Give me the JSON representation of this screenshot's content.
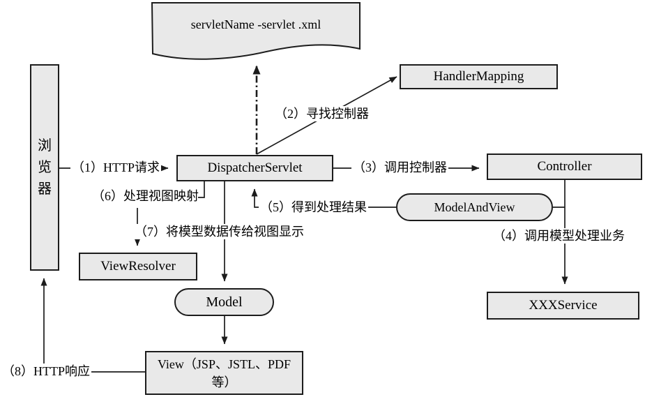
{
  "diagram": {
    "title_hint": "Spring MVC request flow diagram",
    "colors": {
      "background": "#ffffff",
      "node_fill": "#e9e9e9",
      "node_border": "#1c1c1c",
      "line": "#1c1c1c",
      "text": "#000000"
    },
    "nodes": {
      "config_file": {
        "label": "servletName -servlet .xml",
        "shape": "document"
      },
      "browser": {
        "label": "浏览器",
        "shape": "rect-vertical"
      },
      "dispatcher_servlet": {
        "label": "DispatcherServlet",
        "shape": "rect"
      },
      "handler_mapping": {
        "label": "HandlerMapping",
        "shape": "rect"
      },
      "controller": {
        "label": "Controller",
        "shape": "rect"
      },
      "model_and_view": {
        "label": "ModelAndView",
        "shape": "stadium"
      },
      "view_resolver": {
        "label": "ViewResolver",
        "shape": "rect"
      },
      "model": {
        "label": "Model",
        "shape": "stadium"
      },
      "view": {
        "label": "View（JSP、JSTL、PDF 等）",
        "shape": "rect"
      },
      "xxx_service": {
        "label": "XXXService",
        "shape": "rect"
      }
    },
    "edges": {
      "e1": {
        "label": "（1）HTTP请求",
        "from": "browser",
        "to": "dispatcher_servlet",
        "style": "solid-arrow"
      },
      "e2": {
        "label": "（2）寻找控制器",
        "from": "dispatcher_servlet",
        "to": "handler_mapping",
        "style": "solid-arrow"
      },
      "e3": {
        "label": "（3）调用控制器",
        "from": "dispatcher_servlet",
        "to": "controller",
        "style": "solid-arrow"
      },
      "e4": {
        "label": "（4）调用模型处理业务",
        "from": "controller",
        "to": "xxx_service",
        "style": "solid-arrow"
      },
      "e5": {
        "label": "（5）得到处理结果",
        "from": "model_and_view",
        "to": "dispatcher_servlet",
        "style": "solid-arrow-elbow"
      },
      "e6": {
        "label": "（6）处理视图映射",
        "from": "dispatcher_servlet",
        "to": "view_resolver",
        "style": "solid-arrow-elbow"
      },
      "e7": {
        "label": "（7）将模型数据传给视图显示",
        "from": "dispatcher_servlet",
        "to": "model",
        "style": "solid-arrow"
      },
      "e8": {
        "label": "（8）HTTP响应",
        "from": "view",
        "to": "browser",
        "style": "solid-arrow-elbow"
      },
      "e_config": {
        "label": "",
        "from": "dispatcher_servlet",
        "to": "config_file",
        "style": "dash-dot-arrow"
      },
      "e_model_to_view": {
        "label": "",
        "from": "model",
        "to": "view",
        "style": "solid-arrow"
      },
      "e_mav_junction": {
        "label": "",
        "from": "model_and_view",
        "to": "e4",
        "style": "solid-line"
      }
    }
  }
}
